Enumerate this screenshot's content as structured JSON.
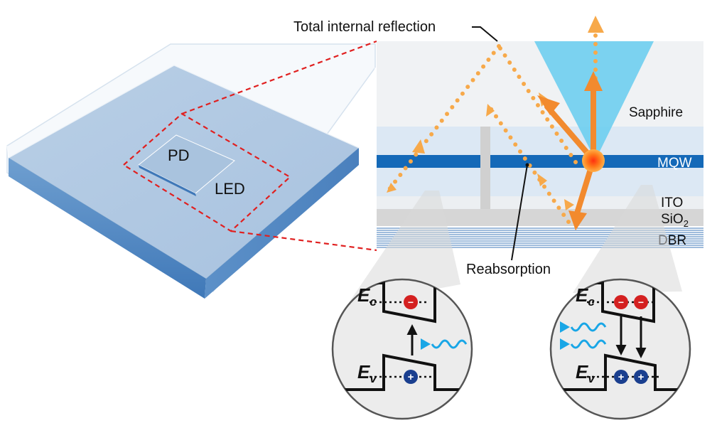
{
  "labels": {
    "pd": "PD",
    "led": "LED",
    "total_internal_reflection": "Total internal reflection",
    "reabsorption": "Reabsorption",
    "layers": {
      "sapphire": "Sapphire",
      "mqw": "MQW",
      "ito": "ITO",
      "sio2_main": "SiO",
      "sio2_sub": "2",
      "dbr": "DBR"
    },
    "band": {
      "E": "E",
      "c": "c",
      "v": "v",
      "minus": "−",
      "plus": "+"
    }
  },
  "colors": {
    "chip_blue": "#5a8fc8",
    "mqw_blue": "#1469b8",
    "light_layer": "#dce8f4",
    "sapphire_bg": "#f0f2f4",
    "ray_orange": "#f7a94a",
    "arrow_orange": "#f28a2e",
    "cone_cyan": "#66ccee",
    "dashed_red": "#e02020",
    "electron_red": "#d42020",
    "hole_navy": "#1a3f8f",
    "photon_blue": "#19a6e6",
    "circle_bg": "#ececec"
  }
}
